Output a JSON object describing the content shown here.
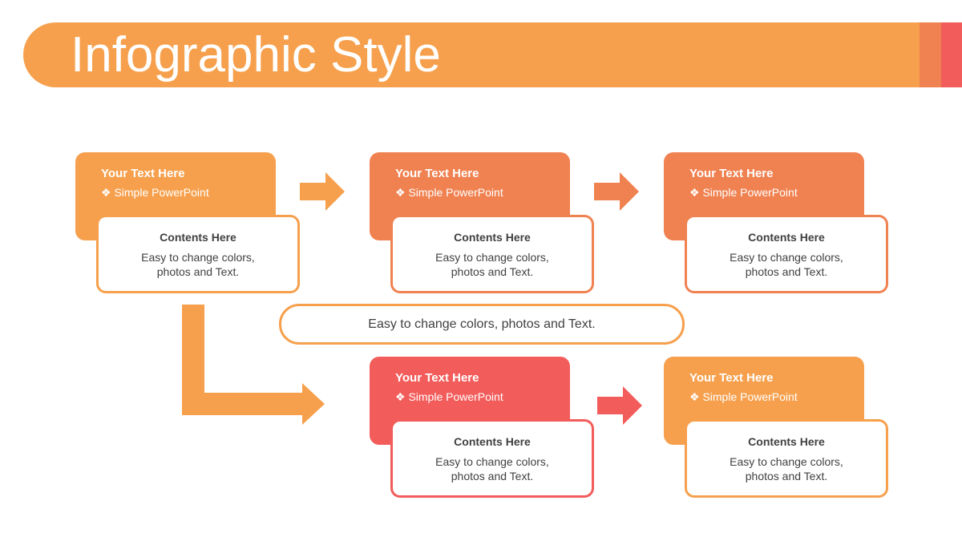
{
  "header": {
    "title": "Infographic Style",
    "accent_colors": [
      "#F6A04D",
      "#F08150",
      "#F25C5A"
    ]
  },
  "cards": [
    {
      "title": "Your Text Here",
      "subtitle": "❖ Simple PowerPoint",
      "content_title": "Contents Here",
      "content_line1": "Easy to change colors,",
      "content_line2": "photos and Text.",
      "color": "#F6A04D"
    },
    {
      "title": "Your Text Here",
      "subtitle": "❖ Simple PowerPoint",
      "content_title": "Contents Here",
      "content_line1": "Easy to change colors,",
      "content_line2": "photos and Text.",
      "color": "#F08150"
    },
    {
      "title": "Your Text Here",
      "subtitle": "❖ Simple PowerPoint",
      "content_title": "Contents Here",
      "content_line1": "Easy to change colors,",
      "content_line2": "photos and Text.",
      "color": "#F08150"
    },
    {
      "title": "Your Text Here",
      "subtitle": "❖ Simple PowerPoint",
      "content_title": "Contents Here",
      "content_line1": "Easy to change colors,",
      "content_line2": "photos and Text.",
      "color": "#F25C5A"
    },
    {
      "title": "Your Text Here",
      "subtitle": "❖ Simple PowerPoint",
      "content_title": "Contents Here",
      "content_line1": "Easy to change colors,",
      "content_line2": "photos and Text.",
      "color": "#F6A04D"
    }
  ],
  "center_banner": "Easy to change colors, photos and Text."
}
